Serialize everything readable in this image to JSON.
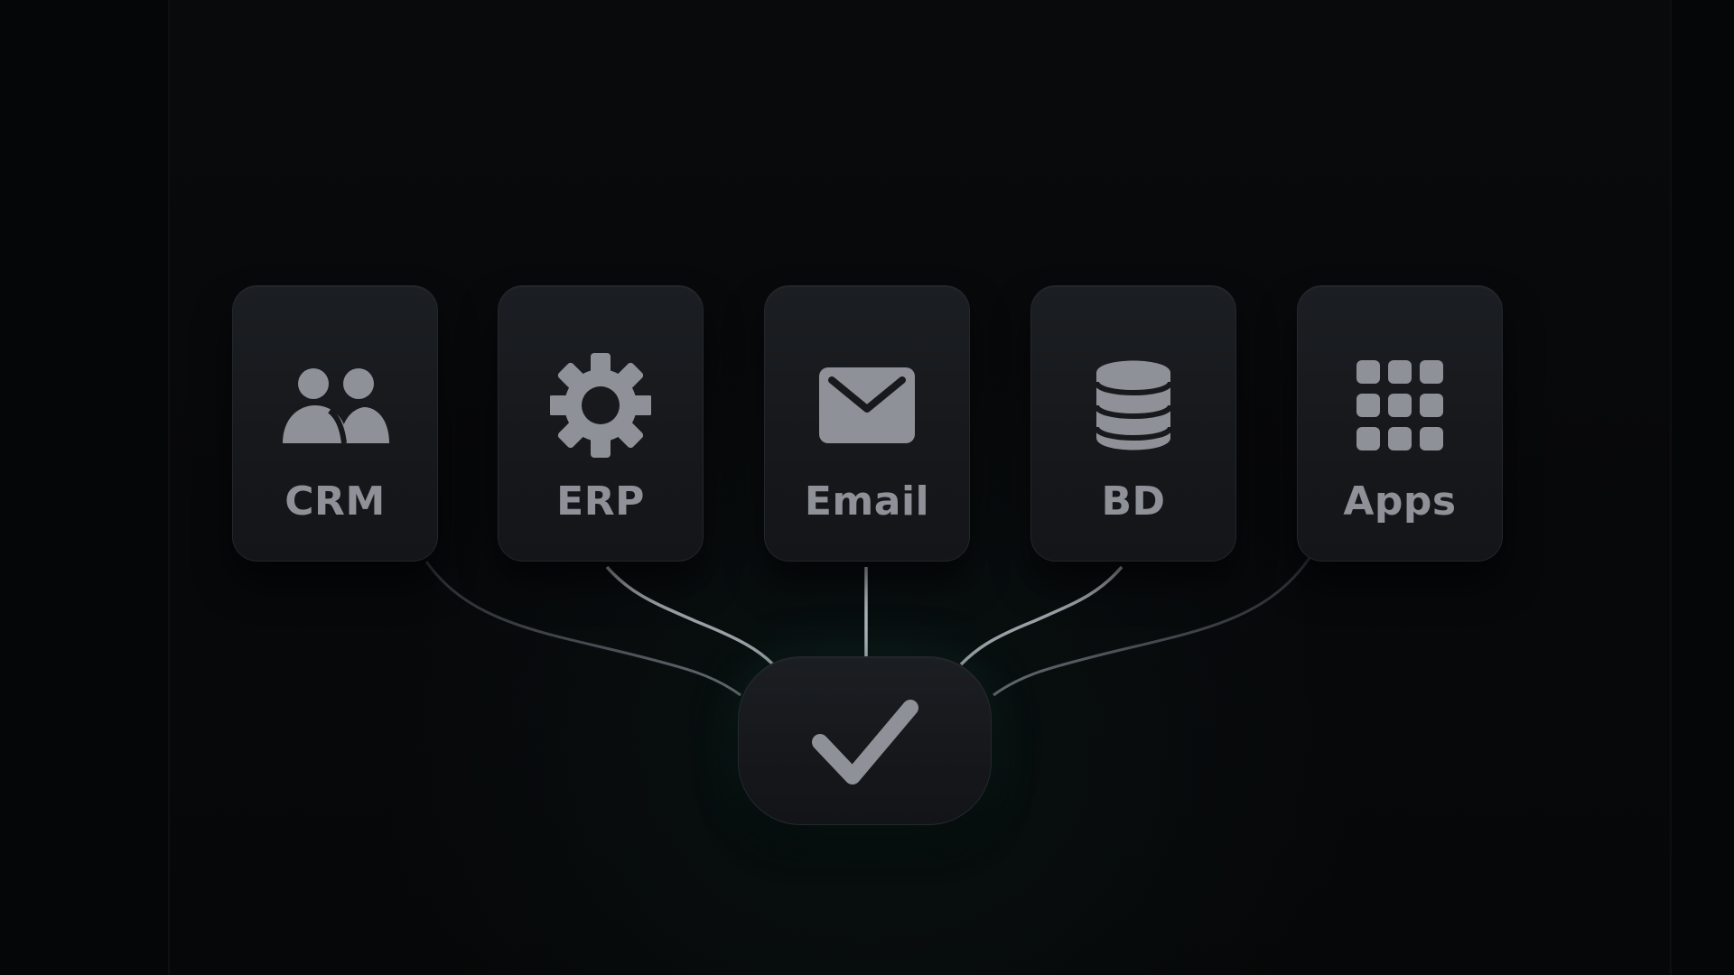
{
  "diagram": {
    "sources": [
      {
        "id": "crm",
        "label": "CRM",
        "icon": "people-icon"
      },
      {
        "id": "erp",
        "label": "ERP",
        "icon": "gear-icon"
      },
      {
        "id": "email",
        "label": "Email",
        "icon": "envelope-icon"
      },
      {
        "id": "bd",
        "label": "BD",
        "icon": "database-icon"
      },
      {
        "id": "apps",
        "label": "Apps",
        "icon": "grid-icon"
      }
    ],
    "target": {
      "id": "verified",
      "icon": "checkmark-icon"
    },
    "colors": {
      "background": "#07080a",
      "card": "#17191d",
      "icon": "#8e9197",
      "connector": "#7a7f86",
      "glow": "#1e6e5a"
    }
  }
}
